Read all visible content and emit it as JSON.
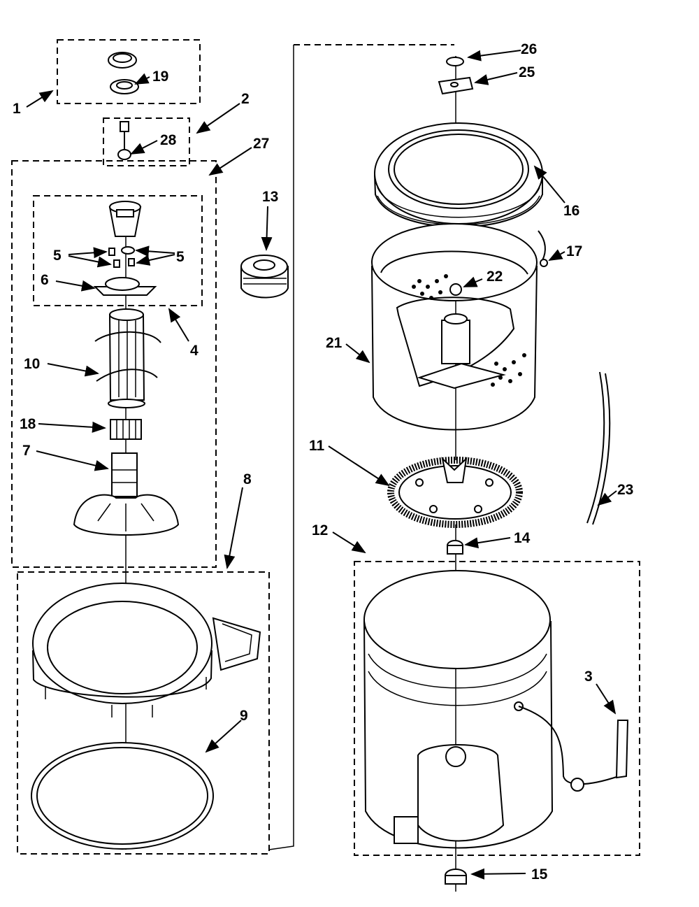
{
  "labels": {
    "l1": "1",
    "l2": "2",
    "l3": "3",
    "l4": "4",
    "l5a": "5",
    "l5b": "5",
    "l6": "6",
    "l7": "7",
    "l8": "8",
    "l9": "9",
    "l10": "10",
    "l11": "11",
    "l12": "12",
    "l13": "13",
    "l14": "14",
    "l15": "15",
    "l16": "16",
    "l17": "17",
    "l18": "18",
    "l19": "19",
    "l21": "21",
    "l22": "22",
    "l23": "23",
    "l25": "25",
    "l26": "26",
    "l27": "27",
    "l28": "28"
  },
  "colors": {
    "ink": "#000000",
    "paper": "#ffffff"
  }
}
